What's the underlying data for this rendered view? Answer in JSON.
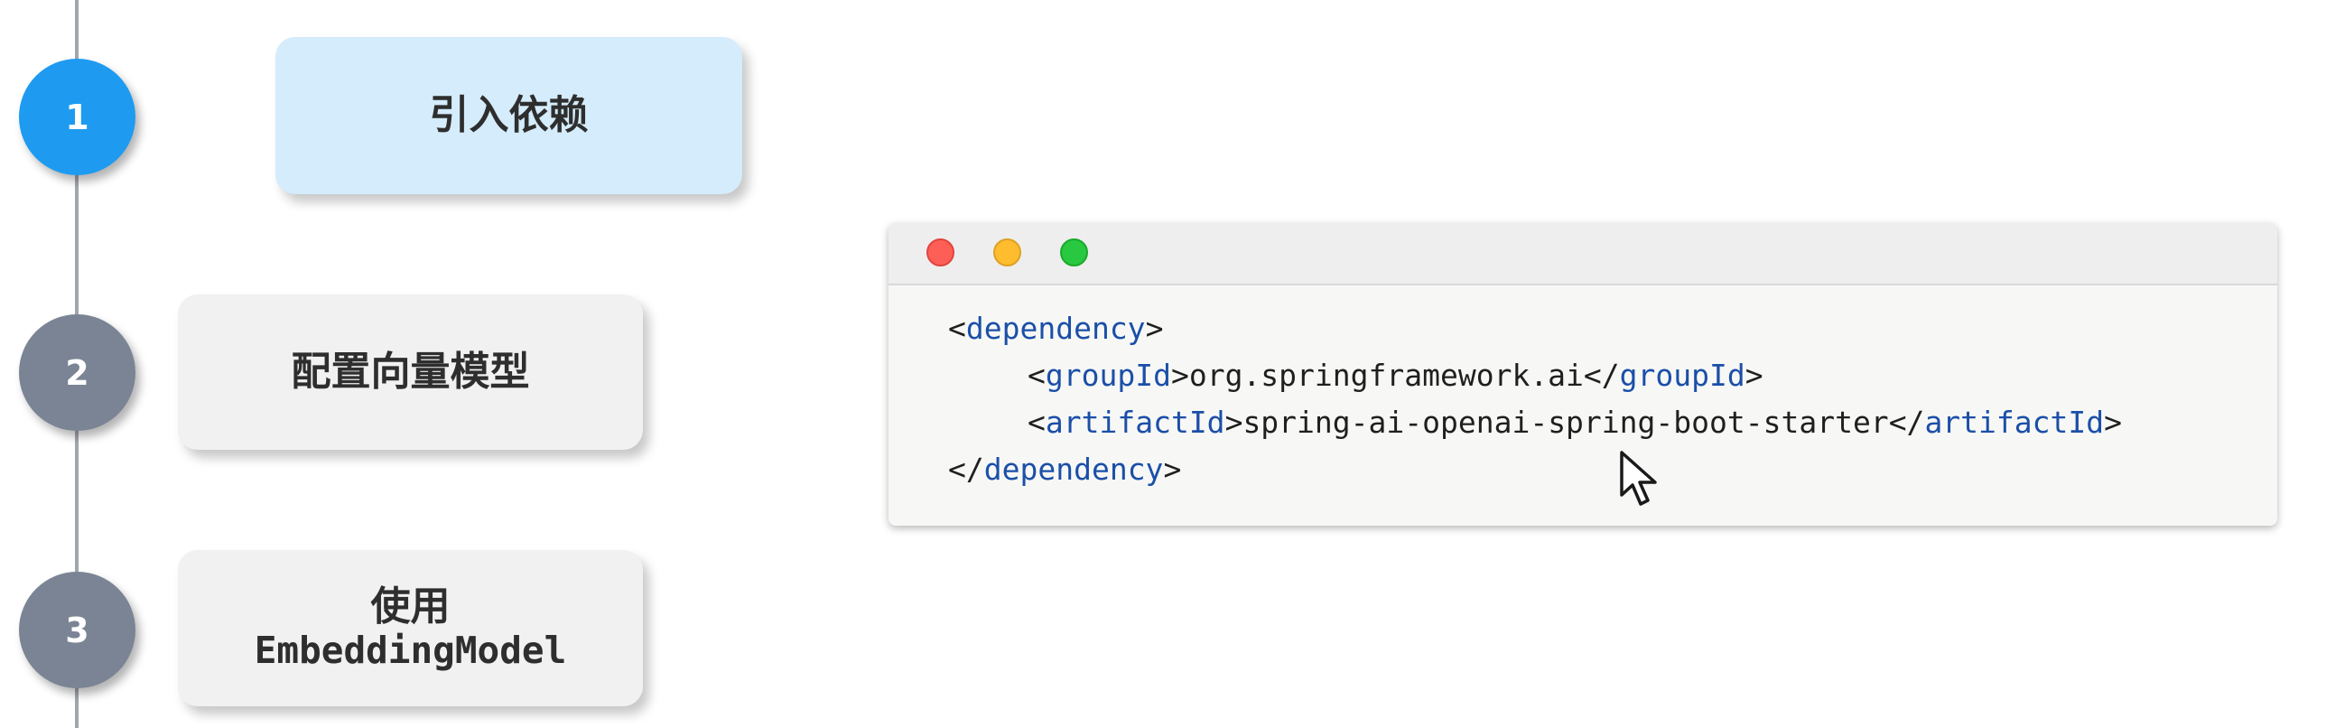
{
  "steps": [
    {
      "number": "1",
      "label": "引入依赖",
      "label_line2": "",
      "state": "active"
    },
    {
      "number": "2",
      "label": "配置向量模型",
      "label_line2": "",
      "state": "inactive"
    },
    {
      "number": "3",
      "label": "使用",
      "label_line2": "EmbeddingModel",
      "state": "inactive"
    }
  ],
  "code": {
    "language": "xml",
    "lines": [
      {
        "open_bracket": "<",
        "tag": "dependency",
        "close_bracket": ">",
        "text": "",
        "end_open": "",
        "end_tag": "",
        "end_close": ""
      },
      {
        "open_bracket": "<",
        "tag": "groupId",
        "close_bracket": ">",
        "text": "org.springframework.ai",
        "end_open": "</",
        "end_tag": "groupId",
        "end_close": ">"
      },
      {
        "open_bracket": "<",
        "tag": "artifactId",
        "close_bracket": ">",
        "text": "spring-ai-openai-spring-boot-starter",
        "end_open": "</",
        "end_tag": "artifactId",
        "end_close": ">"
      },
      {
        "open_bracket": "</",
        "tag": "dependency",
        "close_bracket": ">",
        "text": "",
        "end_open": "",
        "end_tag": "",
        "end_close": ""
      }
    ]
  },
  "colors": {
    "active_step": "#1e9bf0",
    "inactive_step": "#7a8494",
    "active_card": "#d4ecfb",
    "inactive_card": "#f1f1f1",
    "code_tag": "#1b4fa8",
    "code_text": "#1f1f1f"
  },
  "window_controls": [
    "close-dot-icon",
    "minimize-dot-icon",
    "maximize-dot-icon"
  ]
}
